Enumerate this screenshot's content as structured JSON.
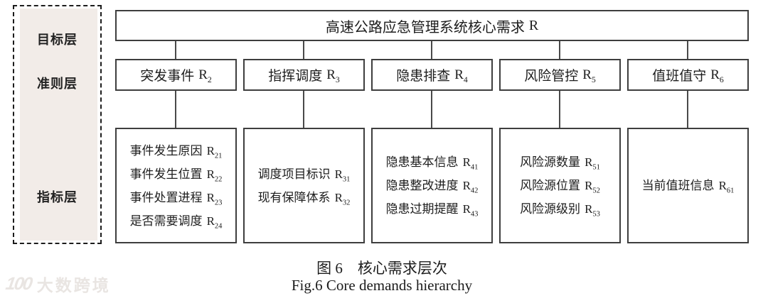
{
  "panel": {
    "labels": [
      {
        "text": "目标层"
      },
      {
        "text": "准则层"
      },
      {
        "text": "指标层"
      }
    ]
  },
  "title": {
    "zh": "高速公路应急管理系统核心需求",
    "code": "R"
  },
  "code_letter": "R",
  "columns": [
    {
      "criterion": {
        "label": "突发事件",
        "sub": "2"
      },
      "indicators": [
        {
          "label": "事件发生原因",
          "sub": "21"
        },
        {
          "label": "事件发生位置",
          "sub": "22"
        },
        {
          "label": "事件处置进程",
          "sub": "23"
        },
        {
          "label": "是否需要调度",
          "sub": "24"
        }
      ]
    },
    {
      "criterion": {
        "label": "指挥调度",
        "sub": "3"
      },
      "indicators": [
        {
          "label": "调度项目标识",
          "sub": "31"
        },
        {
          "label": "现有保障体系",
          "sub": "32"
        }
      ]
    },
    {
      "criterion": {
        "label": "隐患排查",
        "sub": "4"
      },
      "indicators": [
        {
          "label": "隐患基本信息",
          "sub": "41"
        },
        {
          "label": "隐患整改进度",
          "sub": "42"
        },
        {
          "label": "隐患过期提醒",
          "sub": "43"
        }
      ]
    },
    {
      "criterion": {
        "label": "风险管控",
        "sub": "5"
      },
      "indicators": [
        {
          "label": "风险源数量",
          "sub": "51"
        },
        {
          "label": "风险源位置",
          "sub": "52"
        },
        {
          "label": "风险源级别",
          "sub": "53"
        }
      ]
    },
    {
      "criterion": {
        "label": "值班值守",
        "sub": "6"
      },
      "indicators": [
        {
          "label": "当前值班信息",
          "sub": "61"
        }
      ]
    }
  ],
  "caption": {
    "zh": "图 6　核心需求层次",
    "en": "Fig.6 Core demands hierarchy"
  },
  "watermark": {
    "logo": "100",
    "text": "大数跨境"
  }
}
